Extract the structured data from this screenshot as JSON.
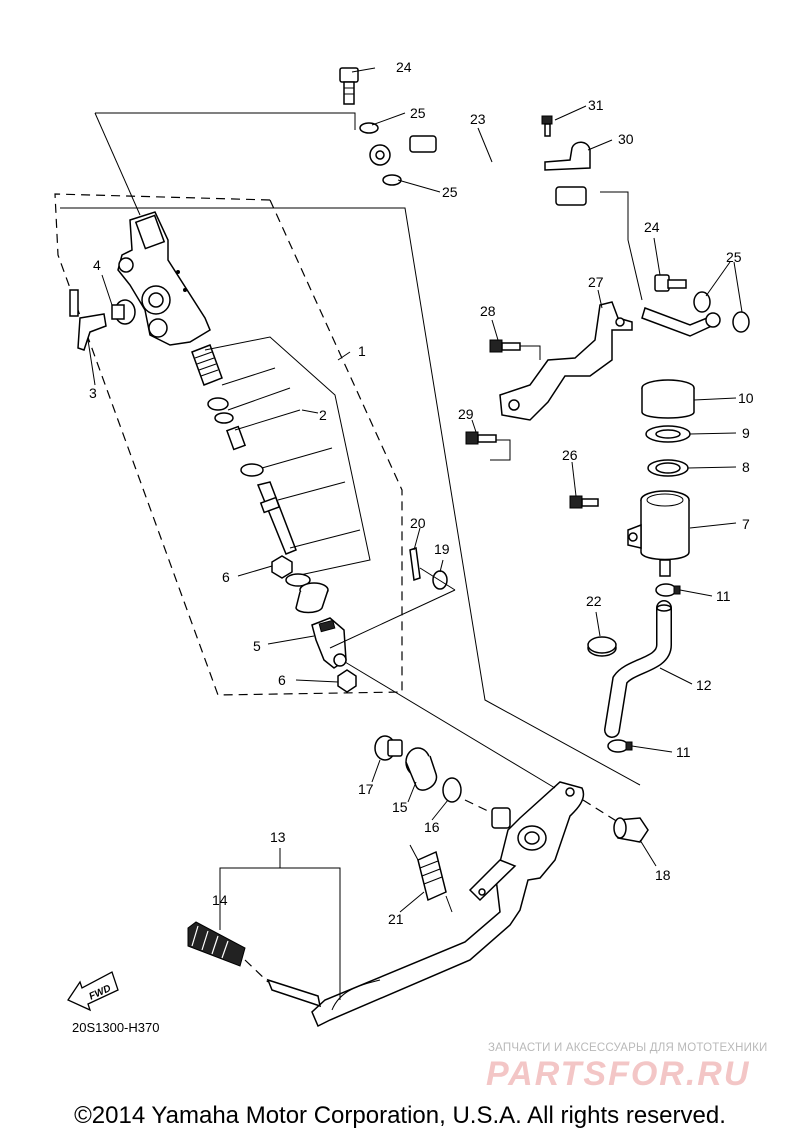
{
  "diagram": {
    "drawing_code": "20S1300-H370",
    "fwd_label": "FWD",
    "callouts": [
      "1",
      "2",
      "3",
      "4",
      "5",
      "6",
      "6",
      "7",
      "8",
      "9",
      "10",
      "11",
      "11",
      "12",
      "13",
      "14",
      "15",
      "16",
      "17",
      "18",
      "19",
      "20",
      "21",
      "22",
      "23",
      "24",
      "24",
      "25",
      "25",
      "25",
      "26",
      "27",
      "28",
      "29",
      "30",
      "31"
    ]
  },
  "watermark": {
    "subtitle": "ЗАПЧАСТИ И АКСЕССУАРЫ ДЛЯ МОТОТЕХНИКИ",
    "logo": "PARTSFOR.RU"
  },
  "footer": {
    "copyright": "©2014 Yamaha Motor Corporation, U.S.A. All rights reserved."
  }
}
